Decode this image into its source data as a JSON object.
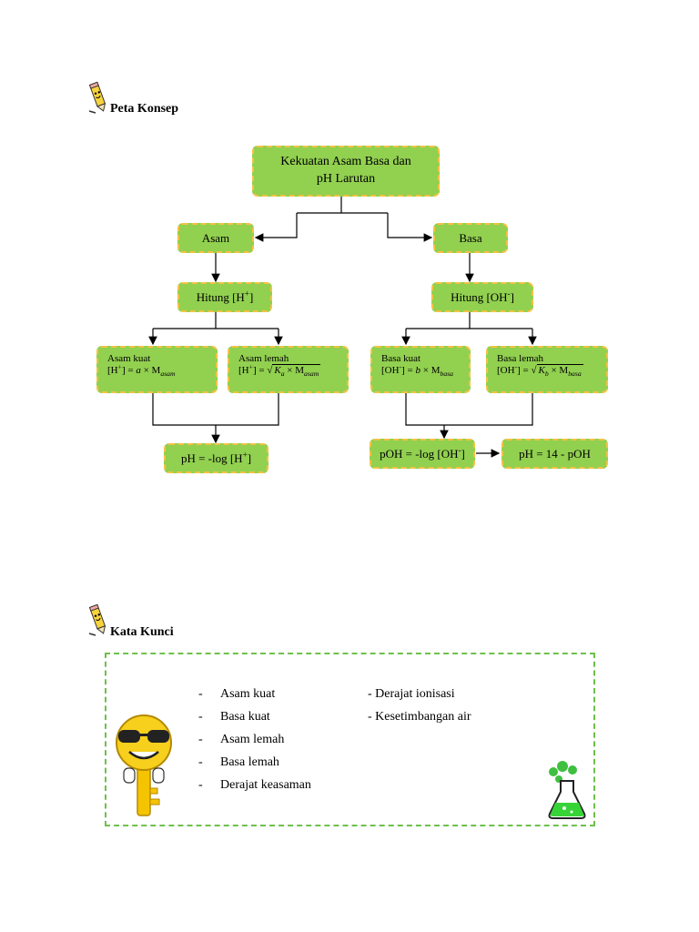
{
  "peta": {
    "heading": "Peta Konsep"
  },
  "diagram": {
    "root_line1": "Kekuatan Asam Basa dan",
    "root_line2": "pH Larutan",
    "asam": "Asam",
    "basa": "Basa",
    "hitung_h_text": "Hitung [H",
    "hitung_h_sup": "+",
    "hitung_h_end": "]",
    "hitung_oh_text": "Hitung [OH",
    "hitung_oh_sup": "-",
    "hitung_oh_end": "]",
    "asam_kuat": {
      "title": "Asam kuat",
      "f_lhs": "[H",
      "f_sup": "+",
      "f_mid": "] = ",
      "f_a": "a",
      "f_times": " × M",
      "f_sub": "asam"
    },
    "asam_lemah": {
      "title": "Asam lemah",
      "f_lhs": "[H",
      "f_sup": "+",
      "f_mid": "] = √",
      "f_rad": "K",
      "f_rad_sub": "a",
      "f_rad_mid": " × M",
      "f_rad_sub2": "asam"
    },
    "basa_kuat": {
      "title": "Basa kuat",
      "f_lhs": "[OH",
      "f_sup": "-",
      "f_mid": "] = ",
      "f_b": "b",
      "f_times": " × M",
      "f_sub": "basa"
    },
    "basa_lemah": {
      "title": "Basa lemah",
      "f_lhs": "[OH",
      "f_sup": "-",
      "f_mid": "] = √",
      "f_rad": "K",
      "f_rad_sub": "b",
      "f_rad_mid": " × M",
      "f_rad_sub2": "basa"
    },
    "ph_text": "pH = -log [H",
    "ph_sup": "+",
    "ph_end": "]",
    "poh_text": "pOH = -log [OH",
    "poh_sup": "-",
    "poh_end": "]",
    "ph14": "pH = 14 - pOH"
  },
  "kata": {
    "heading": "Kata Kunci",
    "col1": [
      {
        "dash": "-",
        "text": "Asam kuat"
      },
      {
        "dash": "-",
        "text": "Basa kuat"
      },
      {
        "dash": "-",
        "text": "Asam lemah"
      },
      {
        "dash": "-",
        "text": "Basa lemah"
      },
      {
        "dash": "-",
        "text": "Derajat keasaman"
      }
    ],
    "col2": [
      {
        "text": "- Derajat ionisasi"
      },
      {
        "text": "- Kesetimbangan air"
      }
    ]
  },
  "icons": {
    "pencil": "pencil-mascot-icon",
    "key": "key-mascot-icon",
    "flask": "flask-icon",
    "accent": "#92d050",
    "border": "#f5c242",
    "frame": "#6ec04a"
  }
}
